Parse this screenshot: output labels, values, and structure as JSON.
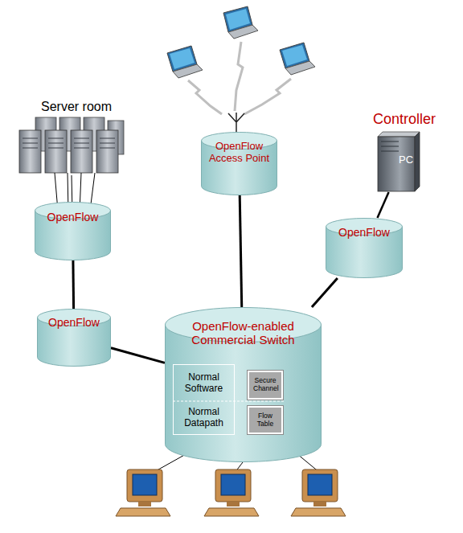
{
  "diagram": {
    "nodes": [
      {
        "text": [
          "Server room"
        ]
      },
      {
        "text": [
          "OpenFlow Access Point"
        ]
      },
      {
        "text": [
          "Controller",
          "PC"
        ]
      },
      {
        "text": [
          "OpenFlow"
        ]
      },
      {
        "text": [
          "OpenFlow"
        ]
      },
      {
        "text": [
          "OpenFlow"
        ]
      },
      {
        "text": [
          "OpenFlow-enabled Commercial Switch"
        ]
      },
      {
        "text": [
          "Normal Software"
        ],
        "in": 6
      },
      {
        "text": [
          "Secure Channel"
        ],
        "in": 6
      },
      {
        "text": [
          "Normal Datapath"
        ],
        "in": 6
      },
      {
        "text": [
          "Flow Table"
        ],
        "in": 6
      }
    ],
    "edges": [
      {
        "from": 0,
        "to": 3,
        "arrow": "none"
      },
      {
        "from": 3,
        "to": 5,
        "arrow": "none"
      },
      {
        "from": 5,
        "to": 6,
        "arrow": "none"
      },
      {
        "from": 1,
        "to": 6,
        "arrow": "none"
      },
      {
        "from": 4,
        "to": 6,
        "arrow": "none"
      },
      {
        "from": 2,
        "to": 4,
        "arrow": "none"
      }
    ]
  }
}
